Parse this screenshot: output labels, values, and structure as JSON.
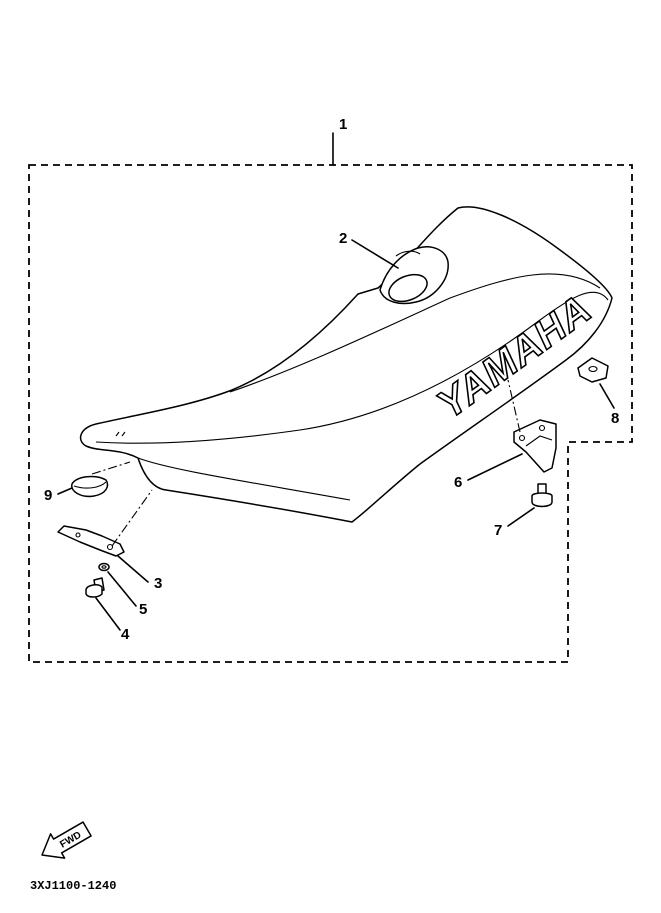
{
  "callouts": [
    "1",
    "2",
    "3",
    "4",
    "5",
    "6",
    "7",
    "8",
    "9"
  ],
  "brand_text": "YAMAHA",
  "direction_badge": "FWD",
  "part_code": "3XJ1100-1240"
}
